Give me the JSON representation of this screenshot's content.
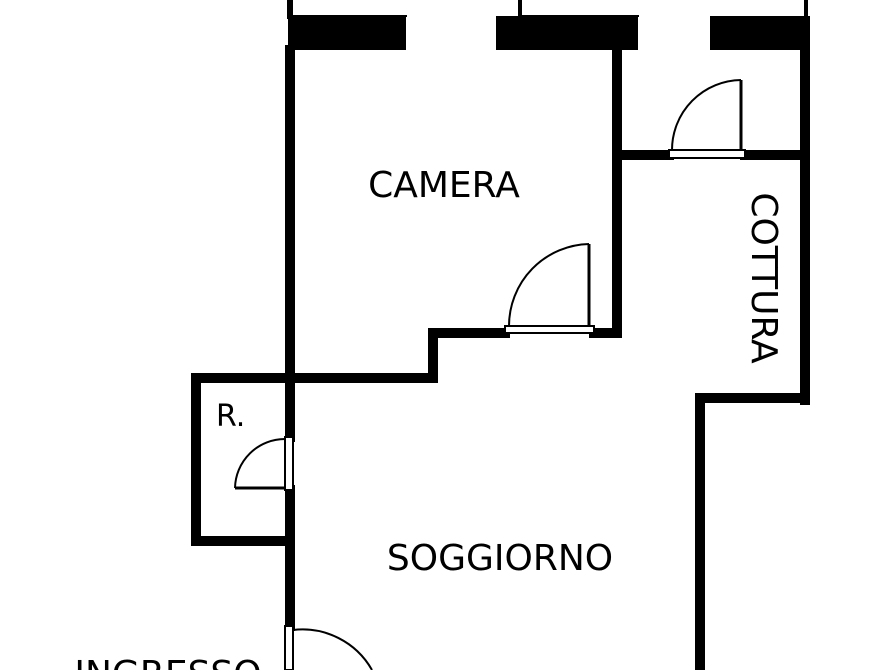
{
  "plan": {
    "rooms": {
      "camera": "CAMERA",
      "cottura": "COTTURA",
      "ripostiglio": "R.",
      "soggiorno": "SOGGIORNO",
      "ingresso": "INGRESSO"
    },
    "colors": {
      "wall": "#000000",
      "background": "#ffffff"
    }
  }
}
